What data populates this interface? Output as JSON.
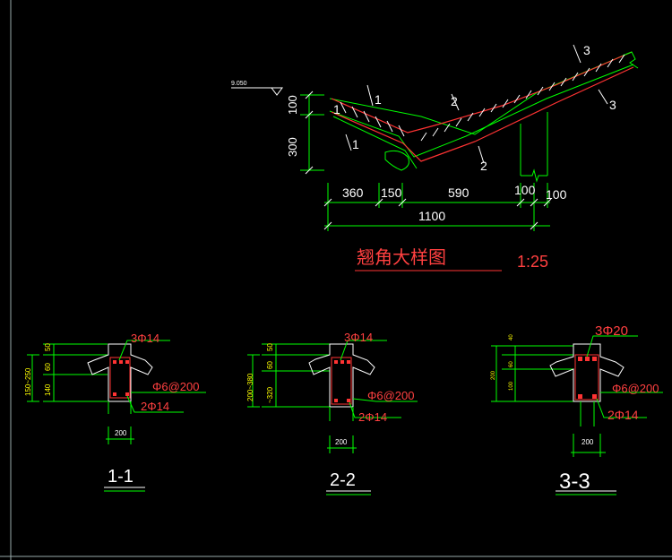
{
  "colors": {
    "background": "#000000",
    "cyan": "#00ffff",
    "green": "#00ff00",
    "red": "#ff3030",
    "white": "#ffffff",
    "yellow": "#ffff00"
  },
  "detail": {
    "title": "翘角大样图",
    "scale": "1:25",
    "elevation": "9.050",
    "vertical_dims": [
      "100",
      "300"
    ],
    "horizontal_dims": [
      "360",
      "150",
      "590",
      "100",
      "100"
    ],
    "total_dim": "1100",
    "callouts": [
      "1",
      "1",
      "1",
      "2",
      "2",
      "3",
      "3"
    ]
  },
  "sections": [
    {
      "label": "1-1",
      "top_bar": "3Φ14",
      "stirrup": "Φ6@200",
      "bottom_bar": "2Φ14",
      "width": "200",
      "depth_dims": [
        "50",
        "60",
        "140"
      ],
      "overall_depth": "150~250"
    },
    {
      "label": "2-2",
      "top_bar": "3Φ14",
      "stirrup": "Φ6@200",
      "bottom_bar": "2Φ14",
      "width": "200",
      "depth_dims": [
        "50",
        "60",
        "~320"
      ],
      "overall_depth": "200~380"
    },
    {
      "label": "3-3",
      "top_bar": "3Φ20",
      "stirrup": "Φ6@200",
      "bottom_bar": "2Φ14",
      "width": "200",
      "depth_dims": [
        "40",
        "60",
        "100"
      ],
      "overall_depth": "200"
    }
  ]
}
